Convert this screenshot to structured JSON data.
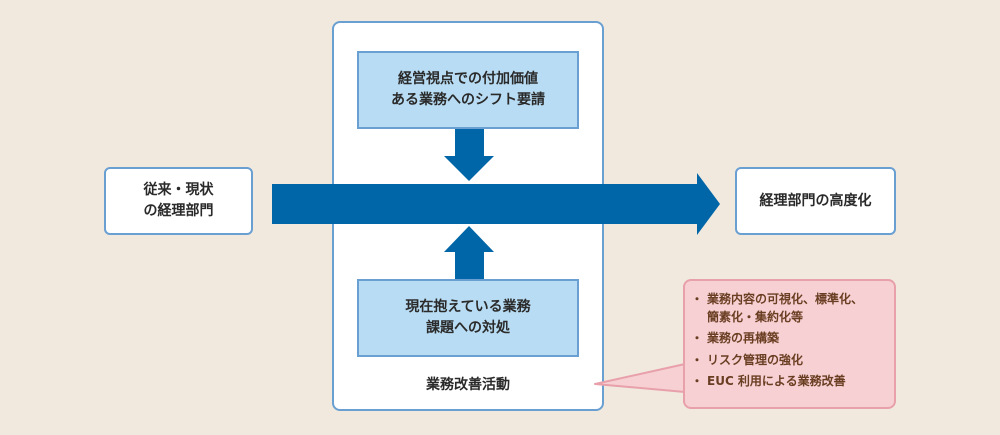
{
  "left_box": {
    "line1": "従来・現状",
    "line2": "の経理部門"
  },
  "right_box": {
    "label": "経理部門の高度化"
  },
  "top_box": {
    "line1": "経営視点での付加価値",
    "line2": "ある業務へのシフト要請"
  },
  "bottom_box": {
    "line1": "現在抱えている業務",
    "line2": "課題への対処"
  },
  "container": {
    "label": "業務改善活動"
  },
  "note": {
    "items": [
      {
        "line1": "業務内容の可視化、標準化、",
        "line2": "簡素化・集約化等"
      },
      {
        "line1": "業務の再構築"
      },
      {
        "line1": "リスク管理の強化"
      },
      {
        "line1": "EUC 利用による業務改善"
      }
    ]
  },
  "colors": {
    "background": "#f1e9de",
    "arrow": "#0066a8",
    "box_border": "#6a9fd2",
    "blue_fill": "#b8dcf3",
    "note_fill": "#f7d0d3",
    "note_border": "#e8a0aa",
    "note_text": "#6a3e22"
  }
}
